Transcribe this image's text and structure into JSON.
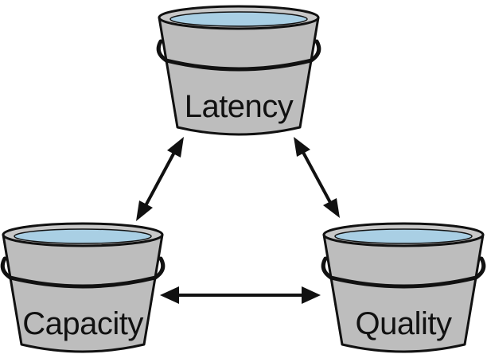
{
  "colors": {
    "bucket_body": "#bdbdbd",
    "bucket_rim": "#c8c8c8",
    "water": "#a9cfe4",
    "outline": "#111111"
  },
  "buckets": [
    {
      "id": "latency",
      "label": "Latency",
      "icon": "bucket-icon"
    },
    {
      "id": "capacity",
      "label": "Capacity",
      "icon": "bucket-icon"
    },
    {
      "id": "quality",
      "label": "Quality",
      "icon": "bucket-icon"
    }
  ],
  "arrows": [
    {
      "from": "latency",
      "to": "capacity",
      "type": "bidirectional"
    },
    {
      "from": "latency",
      "to": "quality",
      "type": "bidirectional"
    },
    {
      "from": "capacity",
      "to": "quality",
      "type": "bidirectional"
    }
  ]
}
